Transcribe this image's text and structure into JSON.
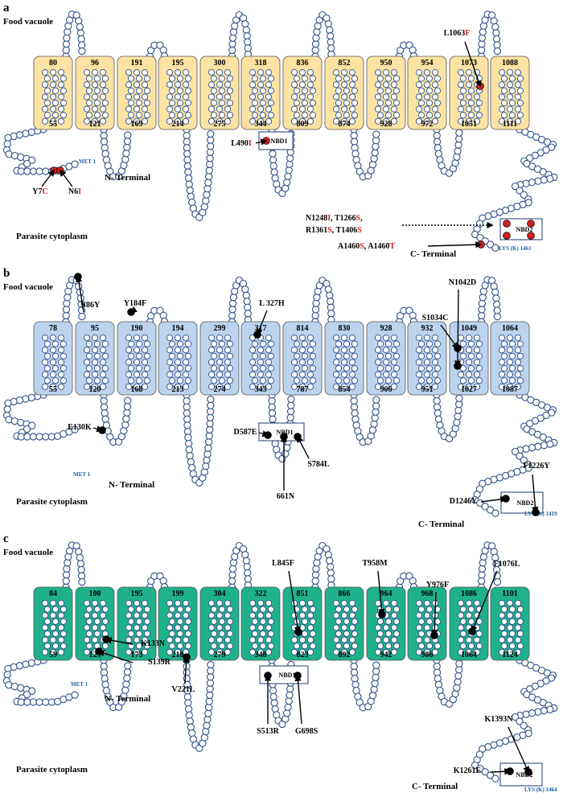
{
  "colors": {
    "bead": "#2f4f8a",
    "bead_fill": "#ffffff",
    "mut_red": "#d42020",
    "mut_black": "#000000",
    "domain_blue": "#1f5fa8"
  },
  "panels": [
    {
      "letter": "a",
      "fill": "#fde3a3",
      "dot_color": "#d42020",
      "food_vacuole": "Food vacuole",
      "cytoplasm": "Parasite cytoplasm",
      "n_terminal": "N- Terminal",
      "c_terminal": "C- Terminal",
      "met": "MET 1",
      "lys": "LYS (K) 1461",
      "nbd1": "NBD1",
      "nbd2": "NBD2",
      "helices": [
        {
          "top": "80",
          "bottom": "55"
        },
        {
          "top": "96",
          "bottom": "121"
        },
        {
          "top": "191",
          "bottom": "169"
        },
        {
          "top": "195",
          "bottom": "214"
        },
        {
          "top": "300",
          "bottom": "275"
        },
        {
          "top": "318",
          "bottom": "344"
        },
        {
          "top": "836",
          "bottom": "809"
        },
        {
          "top": "852",
          "bottom": "874"
        },
        {
          "top": "950",
          "bottom": "928"
        },
        {
          "top": "954",
          "bottom": "972"
        },
        {
          "top": "1073",
          "bottom": "1051"
        },
        {
          "top": "1088",
          "bottom": "1111"
        }
      ],
      "mutations": [
        {
          "parts": [
            [
              "L1063",
              ""
            ],
            [
              "F",
              "red"
            ]
          ]
        },
        {
          "parts": [
            [
              "L490",
              ""
            ],
            [
              "I",
              "red"
            ]
          ]
        },
        {
          "parts": [
            [
              "Y7",
              ""
            ],
            [
              "C",
              "red"
            ]
          ]
        },
        {
          "parts": [
            [
              "N6",
              ""
            ],
            [
              "I",
              "red"
            ]
          ]
        },
        {
          "parts": [
            [
              "N1248",
              ""
            ],
            [
              "I",
              "red"
            ],
            [
              ", T1266",
              ""
            ],
            [
              "S",
              "red"
            ],
            [
              ",",
              ""
            ]
          ]
        },
        {
          "parts": [
            [
              "R1361",
              ""
            ],
            [
              "S",
              "red"
            ],
            [
              ", T1406",
              ""
            ],
            [
              "S",
              "red"
            ]
          ]
        },
        {
          "parts": [
            [
              "A1460",
              ""
            ],
            [
              "S",
              "red"
            ],
            [
              ", A1460",
              ""
            ],
            [
              "T",
              "red"
            ]
          ]
        }
      ]
    },
    {
      "letter": "b",
      "fill": "#bcd3ee",
      "dot_color": "#000000",
      "food_vacuole": "Food vacuole",
      "cytoplasm": "Parasite cytoplasm",
      "n_terminal": "N- Terminal",
      "c_terminal": "C- Terminal",
      "met": "MET 1",
      "lys": "LYS (K) 1419",
      "nbd1": "NBD1",
      "nbd2": "NBD2",
      "helices": [
        {
          "top": "78",
          "bottom": "55"
        },
        {
          "top": "95",
          "bottom": "120"
        },
        {
          "top": "190",
          "bottom": "168"
        },
        {
          "top": "194",
          "bottom": "213"
        },
        {
          "top": "299",
          "bottom": "274"
        },
        {
          "top": "317",
          "bottom": "343"
        },
        {
          "top": "814",
          "bottom": "787"
        },
        {
          "top": "830",
          "bottom": "854"
        },
        {
          "top": "928",
          "bottom": "906"
        },
        {
          "top": "932",
          "bottom": "951"
        },
        {
          "top": "1049",
          "bottom": "1027"
        },
        {
          "top": "1064",
          "bottom": "1087"
        }
      ],
      "mutations": [
        {
          "parts": [
            [
              "N86Y",
              ""
            ]
          ]
        },
        {
          "parts": [
            [
              "Y184F",
              ""
            ]
          ]
        },
        {
          "parts": [
            [
              "L 327H",
              ""
            ]
          ]
        },
        {
          "parts": [
            [
              "N1042D",
              ""
            ]
          ]
        },
        {
          "parts": [
            [
              "S1034C",
              ""
            ]
          ]
        },
        {
          "parts": [
            [
              "E130K",
              ""
            ]
          ]
        },
        {
          "parts": [
            [
              "D587E",
              ""
            ]
          ]
        },
        {
          "parts": [
            [
              "S784L",
              ""
            ]
          ]
        },
        {
          "parts": [
            [
              "661N",
              ""
            ]
          ]
        },
        {
          "parts": [
            [
              "D1246Y",
              ""
            ]
          ]
        },
        {
          "parts": [
            [
              "F1226Y",
              ""
            ]
          ]
        }
      ]
    },
    {
      "letter": "c",
      "fill": "#1fb28a",
      "dot_color": "#000000",
      "food_vacuole": "Food vacuole",
      "cytoplasm": "Parasite cytoplasm",
      "n_terminal": "N- Terminal",
      "c_terminal": "C- Terminal",
      "met": "MET 1",
      "lys": "LYS (K) 1464",
      "nbd1": "NBD1",
      "nbd2": "NBD2",
      "helices": [
        {
          "top": "84",
          "bottom": "59"
        },
        {
          "top": "100",
          "bottom": "125"
        },
        {
          "top": "195",
          "bottom": "173"
        },
        {
          "top": "199",
          "bottom": "218"
        },
        {
          "top": "304",
          "bottom": "279"
        },
        {
          "top": "322",
          "bottom": "348"
        },
        {
          "top": "851",
          "bottom": "823"
        },
        {
          "top": "866",
          "bottom": "892"
        },
        {
          "top": "964",
          "bottom": "942"
        },
        {
          "top": "968",
          "bottom": "986"
        },
        {
          "top": "1086",
          "bottom": "1064"
        },
        {
          "top": "1101",
          "bottom": "1124"
        }
      ],
      "mutations": [
        {
          "parts": [
            [
              "L845F",
              ""
            ]
          ]
        },
        {
          "parts": [
            [
              "T958M",
              ""
            ]
          ]
        },
        {
          "parts": [
            [
              "Y976F",
              ""
            ]
          ]
        },
        {
          "parts": [
            [
              "F1076L",
              ""
            ]
          ]
        },
        {
          "parts": [
            [
              "K133N",
              ""
            ]
          ]
        },
        {
          "parts": [
            [
              "S139R",
              ""
            ]
          ]
        },
        {
          "parts": [
            [
              "V221L",
              ""
            ]
          ]
        },
        {
          "parts": [
            [
              "S513R",
              ""
            ]
          ]
        },
        {
          "parts": [
            [
              "G698S",
              ""
            ]
          ]
        },
        {
          "parts": [
            [
              "K1393N",
              ""
            ]
          ]
        },
        {
          "parts": [
            [
              "K1261E",
              ""
            ]
          ]
        }
      ]
    }
  ]
}
